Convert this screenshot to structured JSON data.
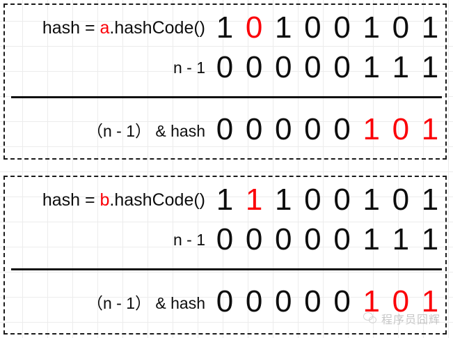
{
  "watermark": {
    "text": "程序员囧辉",
    "icon": "wechat-icon"
  },
  "colors": {
    "accent_red": "#fb0007",
    "text_black": "#0d0d0d",
    "grid": "#ececec",
    "border": "#1a1a1a"
  },
  "panels": [
    {
      "id": "panel-a",
      "rows": [
        {
          "id": "hash-a",
          "label_prefix": "hash = ",
          "label_accent": "a",
          "label_suffix": ".hashCode()",
          "bits": [
            {
              "v": "1",
              "red": false
            },
            {
              "v": "0",
              "red": true
            },
            {
              "v": "1",
              "red": false
            },
            {
              "v": "0",
              "red": false
            },
            {
              "v": "0",
              "red": false
            },
            {
              "v": "1",
              "red": false
            },
            {
              "v": "0",
              "red": false
            },
            {
              "v": "1",
              "red": false
            }
          ]
        },
        {
          "id": "n-minus-1-a",
          "label": "n - 1",
          "bits": [
            {
              "v": "0",
              "red": false
            },
            {
              "v": "0",
              "red": false
            },
            {
              "v": "0",
              "red": false
            },
            {
              "v": "0",
              "red": false
            },
            {
              "v": "0",
              "red": false
            },
            {
              "v": "1",
              "red": false
            },
            {
              "v": "1",
              "red": false
            },
            {
              "v": "1",
              "red": false
            }
          ]
        },
        {
          "id": "result-a",
          "label": "（n - 1） & hash",
          "bits": [
            {
              "v": "0",
              "red": false
            },
            {
              "v": "0",
              "red": false
            },
            {
              "v": "0",
              "red": false
            },
            {
              "v": "0",
              "red": false
            },
            {
              "v": "0",
              "red": false
            },
            {
              "v": "1",
              "red": true
            },
            {
              "v": "0",
              "red": true
            },
            {
              "v": "1",
              "red": true
            }
          ]
        }
      ]
    },
    {
      "id": "panel-b",
      "rows": [
        {
          "id": "hash-b",
          "label_prefix": "hash = ",
          "label_accent": "b",
          "label_suffix": ".hashCode()",
          "bits": [
            {
              "v": "1",
              "red": false
            },
            {
              "v": "1",
              "red": true
            },
            {
              "v": "1",
              "red": false
            },
            {
              "v": "0",
              "red": false
            },
            {
              "v": "0",
              "red": false
            },
            {
              "v": "1",
              "red": false
            },
            {
              "v": "0",
              "red": false
            },
            {
              "v": "1",
              "red": false
            }
          ]
        },
        {
          "id": "n-minus-1-b",
          "label": "n - 1",
          "bits": [
            {
              "v": "0",
              "red": false
            },
            {
              "v": "0",
              "red": false
            },
            {
              "v": "0",
              "red": false
            },
            {
              "v": "0",
              "red": false
            },
            {
              "v": "0",
              "red": false
            },
            {
              "v": "1",
              "red": false
            },
            {
              "v": "1",
              "red": false
            },
            {
              "v": "1",
              "red": false
            }
          ]
        },
        {
          "id": "result-b",
          "label": "（n - 1） & hash",
          "bits": [
            {
              "v": "0",
              "red": false
            },
            {
              "v": "0",
              "red": false
            },
            {
              "v": "0",
              "red": false
            },
            {
              "v": "0",
              "red": false
            },
            {
              "v": "0",
              "red": false
            },
            {
              "v": "1",
              "red": true
            },
            {
              "v": "0",
              "red": true
            },
            {
              "v": "1",
              "red": true
            }
          ]
        }
      ]
    }
  ]
}
